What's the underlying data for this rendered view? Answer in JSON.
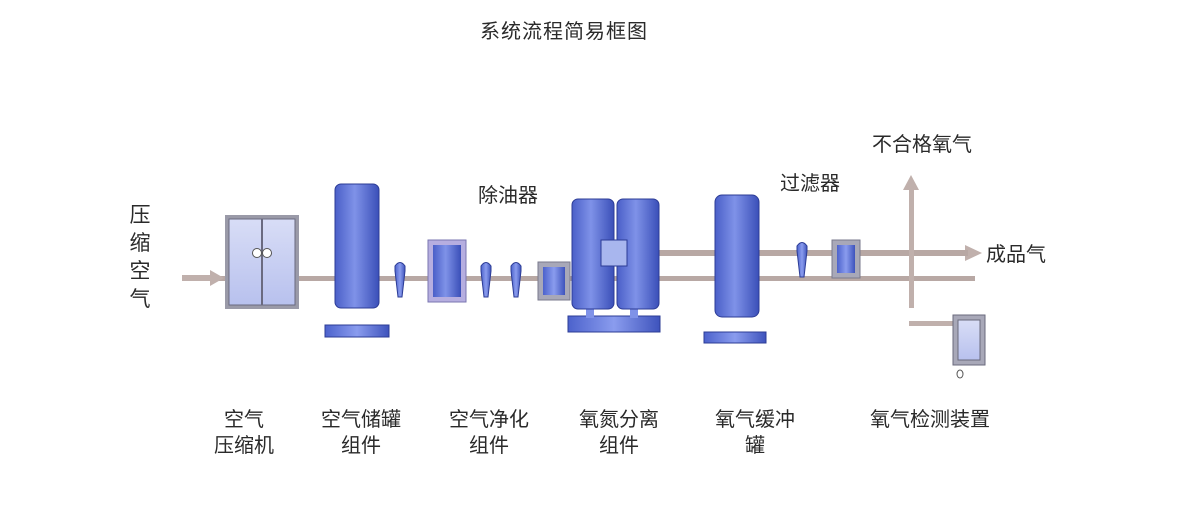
{
  "title": "系统流程简易框图",
  "input_label": [
    "压",
    "缩",
    "空",
    "气"
  ],
  "callouts": {
    "oil_remover": "除油器",
    "filter": "过滤器",
    "unqualified_oxygen": "不合格氧气",
    "product_gas": "成品气"
  },
  "components": [
    {
      "lines": [
        "空气",
        "压缩机"
      ]
    },
    {
      "lines": [
        "空气储罐",
        "组件"
      ]
    },
    {
      "lines": [
        "空气净化",
        "组件"
      ]
    },
    {
      "lines": [
        "氧氮分离",
        "组件"
      ]
    },
    {
      "lines": [
        "氧气缓冲",
        "罐"
      ]
    },
    {
      "lines": [
        "氧气检测装置"
      ]
    }
  ],
  "colors": {
    "pipe": "#b8a8a4",
    "arrow": "#c0b0ac",
    "vessel_dark": "#3a4fb8",
    "vessel_light": "#7f92e8",
    "panel_frame": "#8a8a9c",
    "panel_fill": "#c9d0f2"
  }
}
